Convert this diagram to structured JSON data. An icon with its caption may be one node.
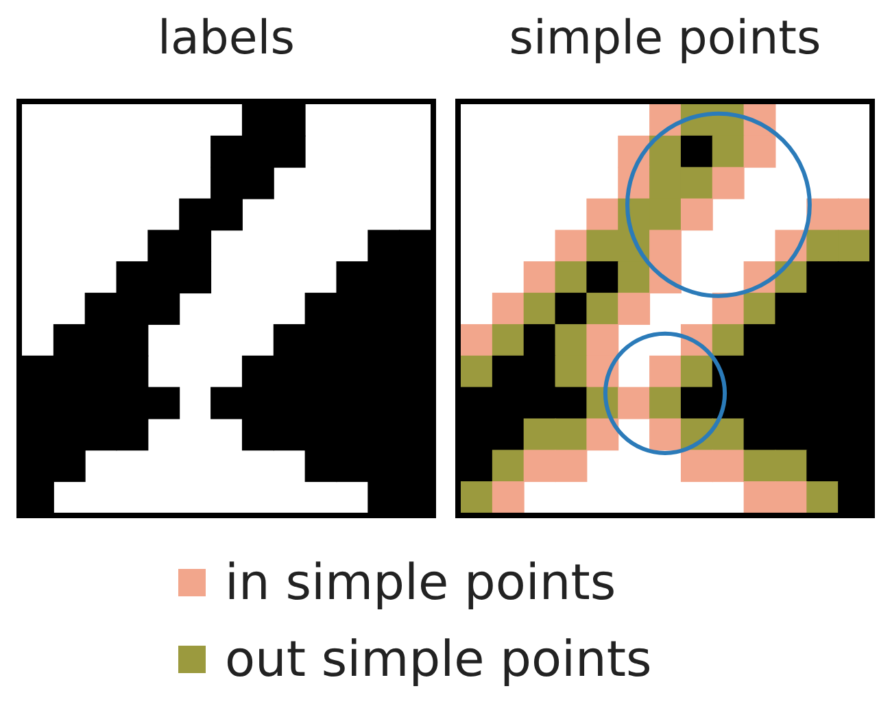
{
  "diagram": {
    "nodes": [
      {
        "text": [
          "labels"
        ]
      },
      {
        "text": [
          "simple points"
        ]
      }
    ],
    "legend": [
      {
        "text": "in simple points",
        "color": "#f2a68c"
      },
      {
        "text": "out simple points",
        "color": "#9b9a3e"
      }
    ]
  }
}
